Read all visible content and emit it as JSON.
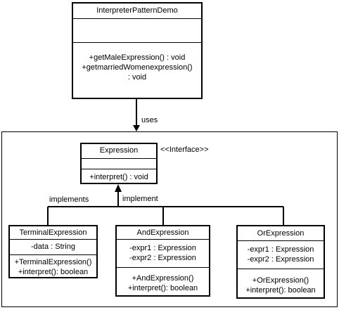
{
  "demo": {
    "name": "InterpreterPatternDemo",
    "methods": [
      "+getMaleExpression()  : void",
      "+getmarriedWomenexpression()",
      ": void"
    ]
  },
  "uses_label": "uses",
  "expression": {
    "name": "Expression",
    "stereotype": "<<Interface>>",
    "methods": [
      "+interpret() : void"
    ]
  },
  "implements_label": "implements",
  "implement_label": "implement",
  "terminal": {
    "name": "TerminalExpression",
    "attributes": [
      "-data : String"
    ],
    "methods": [
      "+TerminalExpression()",
      "+interpret(): boolean"
    ]
  },
  "and": {
    "name": "AndExpression",
    "attributes": [
      "-expr1 : Expression",
      "-expr2 : Expression"
    ],
    "methods": [
      "+AndExpression()",
      "+interpret(): boolean"
    ]
  },
  "or": {
    "name": "OrExpression",
    "attributes": [
      "-expr1 : Expression",
      "-expr2 : Expression"
    ],
    "methods": [
      "+OrExpression()",
      "+interpret(): boolean"
    ]
  }
}
